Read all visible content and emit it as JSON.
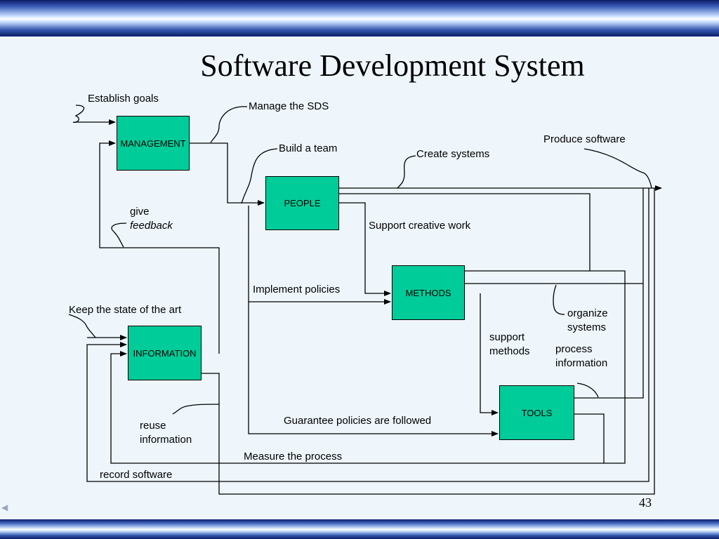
{
  "slide": {
    "title": "Software Development System",
    "page_number": "43"
  },
  "boxes": {
    "management": "MANAGEMENT",
    "people": "PEOPLE",
    "methods": "METHODS",
    "information": "INFORMATION",
    "tools": "TOOLS"
  },
  "labels": {
    "establish_goals": "Establish goals",
    "manage_sds": "Manage the SDS",
    "build_team": "Build a team",
    "create_systems": "Create systems",
    "produce_software": "Produce software",
    "give": "give",
    "feedback": "feedback",
    "support_creative_work": "Support creative work",
    "implement_policies": "Implement policies",
    "keep_state": "Keep the state of the art",
    "organize": "organize",
    "systems": "systems",
    "support": "support",
    "methods": "methods",
    "process": "process",
    "information": "information",
    "reuse": "reuse",
    "reuse_information": "information",
    "guarantee": "Guarantee policies are followed",
    "measure": "Measure the process",
    "record": "record  software"
  },
  "colors": {
    "box_fill": "#00cc99",
    "background": "#eef6fb",
    "line": "#000000"
  },
  "icons": {
    "prev": "triangle-left-icon"
  }
}
